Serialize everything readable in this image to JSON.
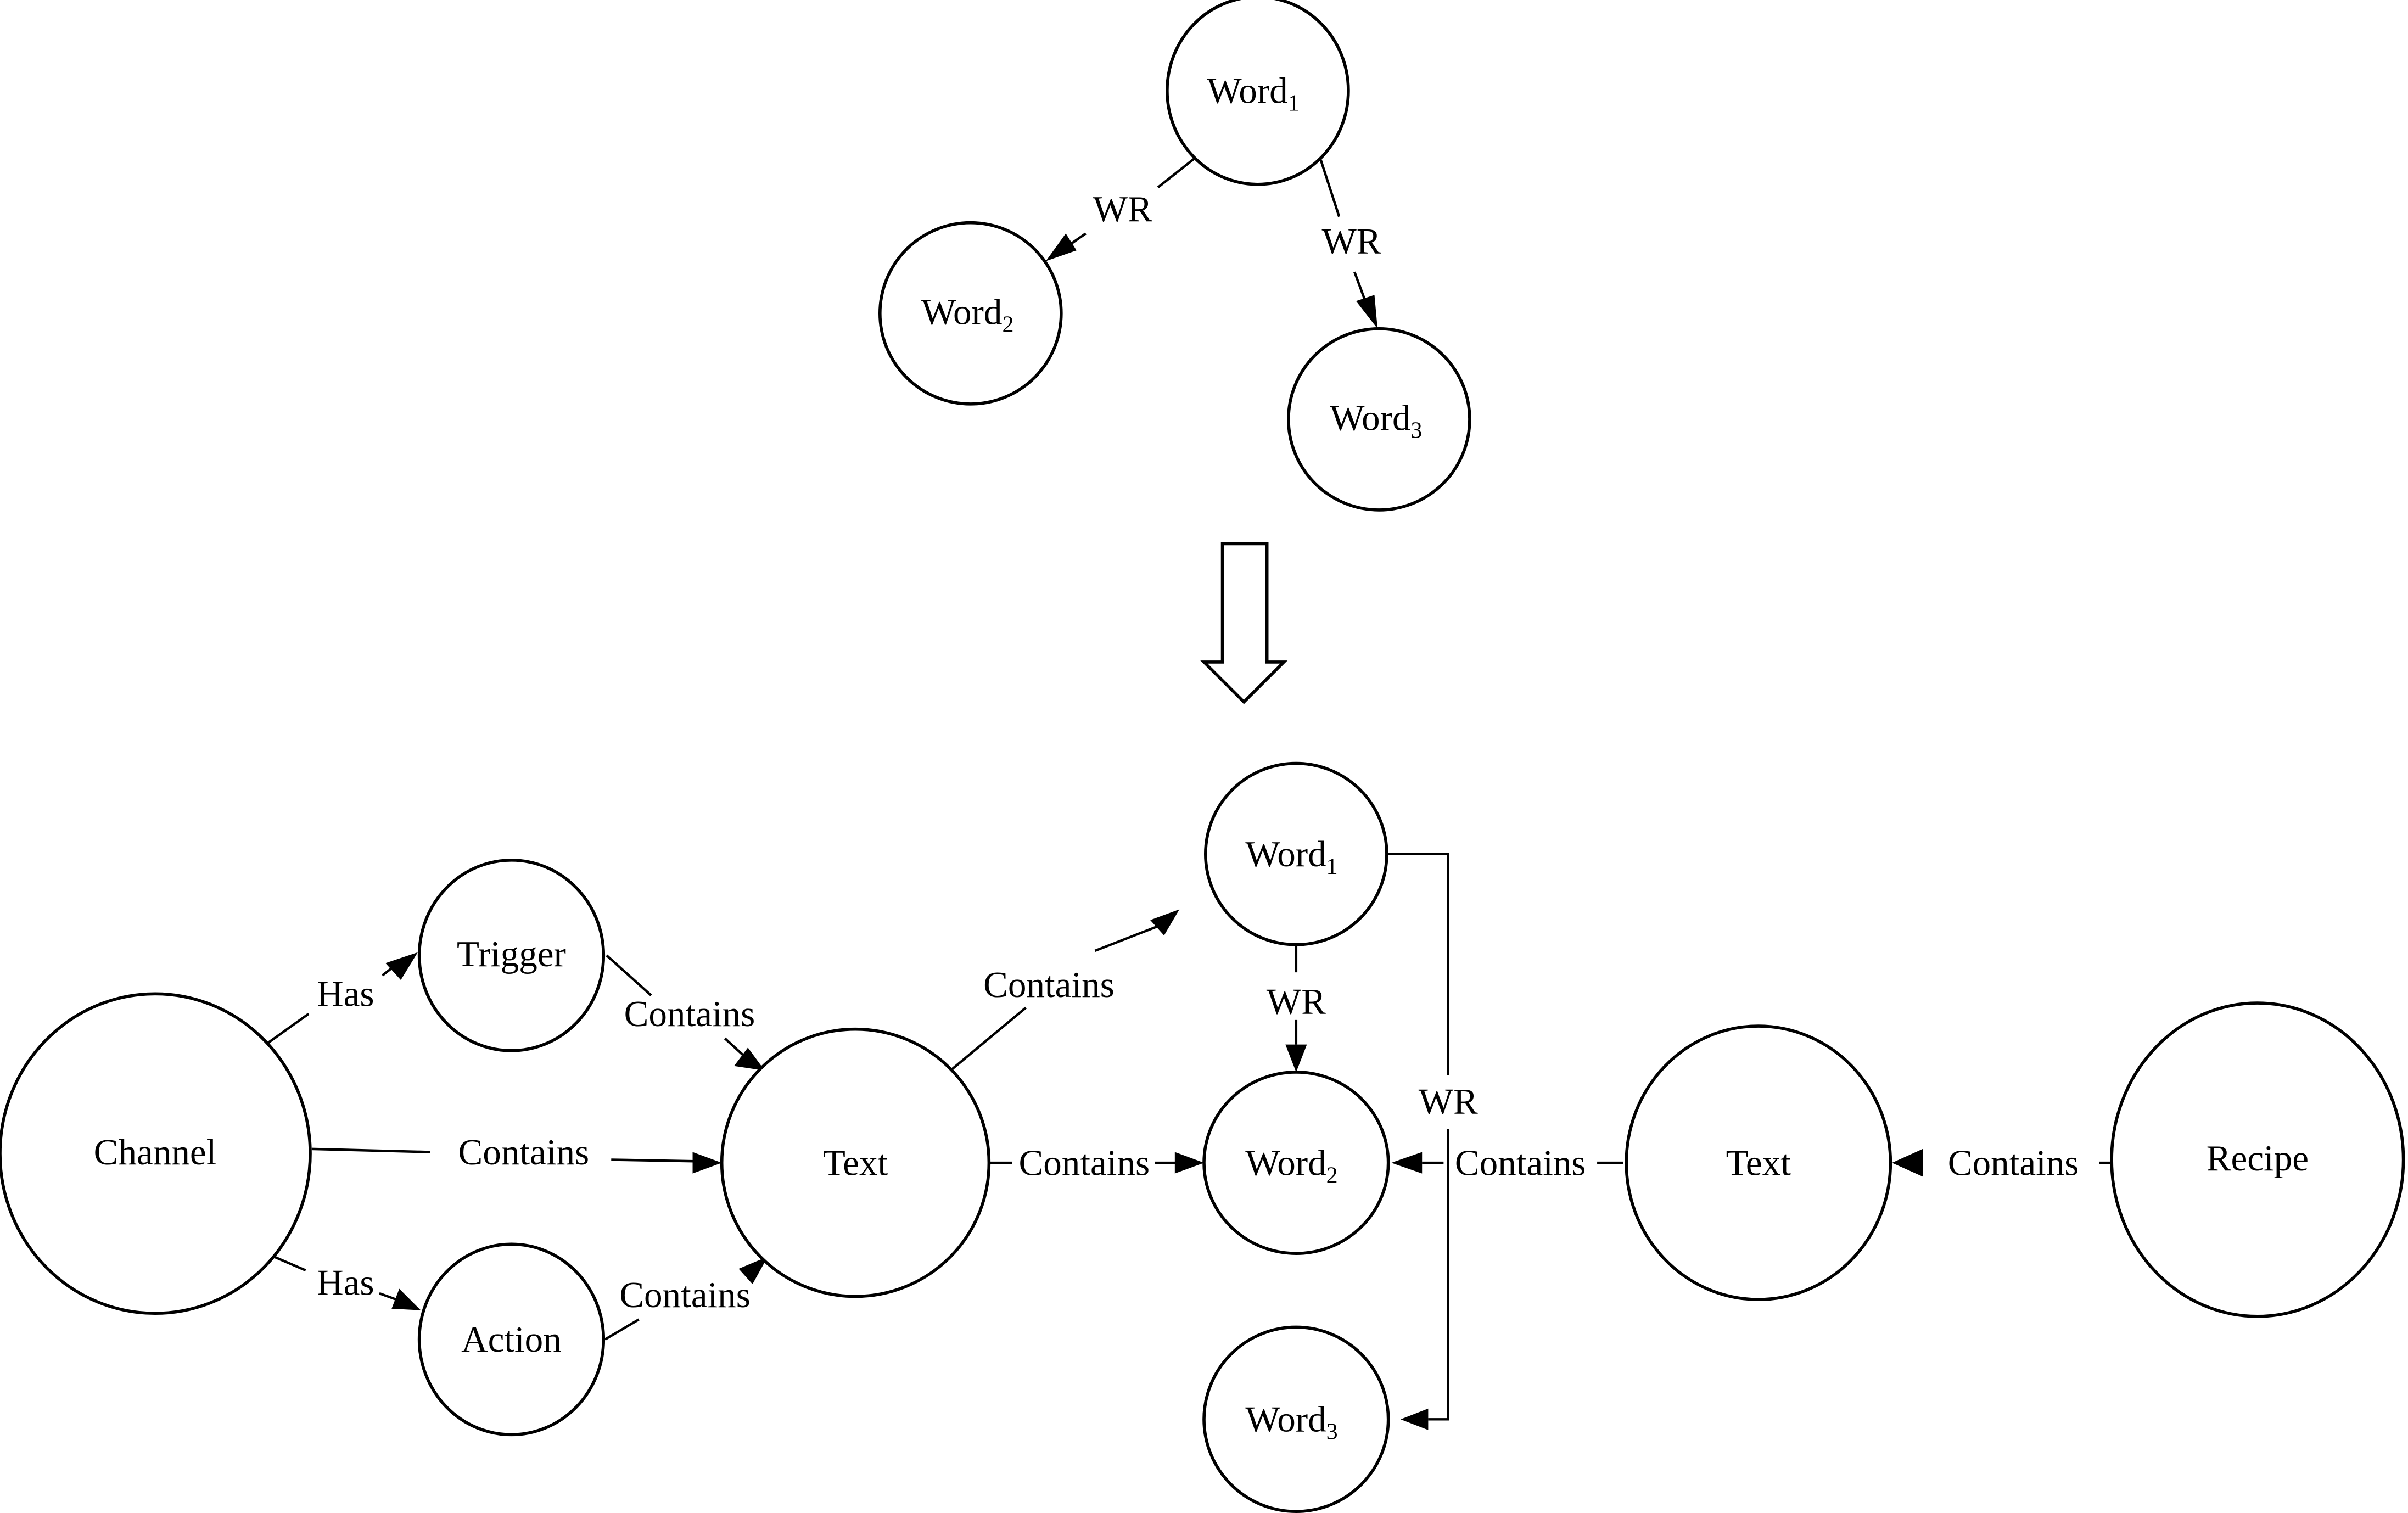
{
  "diagram": {
    "top_graph": {
      "nodes": [
        {
          "id": "w1",
          "label": "Word",
          "subscript": "1"
        },
        {
          "id": "w2",
          "label": "Word",
          "subscript": "2"
        },
        {
          "id": "w3",
          "label": "Word",
          "subscript": "3"
        }
      ],
      "edges": [
        {
          "from": "w1",
          "to": "w2",
          "label": "WR"
        },
        {
          "from": "w1",
          "to": "w3",
          "label": "WR"
        }
      ]
    },
    "transform_arrow": "hollow-down-arrow",
    "bottom_graph": {
      "nodes": [
        {
          "id": "channel",
          "label": "Channel"
        },
        {
          "id": "trigger",
          "label": "Trigger"
        },
        {
          "id": "action",
          "label": "Action"
        },
        {
          "id": "text_left",
          "label": "Text"
        },
        {
          "id": "bw1",
          "label": "Word",
          "subscript": "1"
        },
        {
          "id": "bw2",
          "label": "Word",
          "subscript": "2"
        },
        {
          "id": "bw3",
          "label": "Word",
          "subscript": "3"
        },
        {
          "id": "text_right",
          "label": "Text"
        },
        {
          "id": "recipe",
          "label": "Recipe"
        }
      ],
      "edges": [
        {
          "from": "channel",
          "to": "trigger",
          "label": "Has"
        },
        {
          "from": "channel",
          "to": "action",
          "label": "Has"
        },
        {
          "from": "channel",
          "to": "text_left",
          "label": "Contains"
        },
        {
          "from": "trigger",
          "to": "text_left",
          "label": "Contains"
        },
        {
          "from": "action",
          "to": "text_left",
          "label": "Contains"
        },
        {
          "from": "text_left",
          "to": "bw1",
          "label": "Contains"
        },
        {
          "from": "text_left",
          "to": "bw2",
          "label": "Contains"
        },
        {
          "from": "bw1",
          "to": "bw2",
          "label": "WR"
        },
        {
          "from": "bw1",
          "to": "bw3",
          "label": "WR"
        },
        {
          "from": "text_right",
          "to": "bw2",
          "label": "Contains"
        },
        {
          "from": "recipe",
          "to": "text_right",
          "label": "Contains"
        }
      ]
    }
  }
}
